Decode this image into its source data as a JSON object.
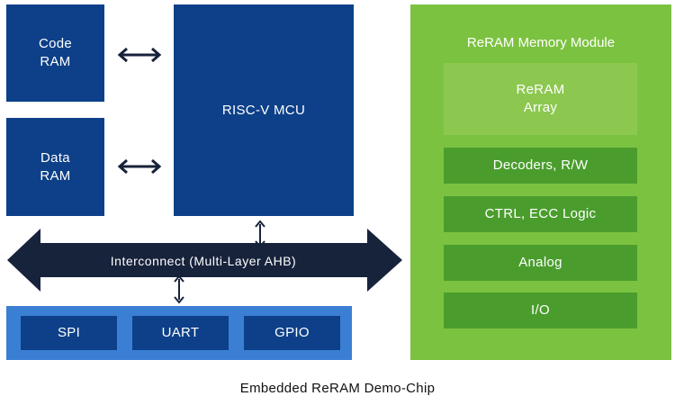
{
  "diagram": {
    "caption": "Embedded ReRAM Demo-Chip",
    "cpu_side": {
      "code_ram": "Code\nRAM",
      "data_ram": "Data\nRAM",
      "mcu": "RISC-V MCU",
      "interconnect": "Interconnect (Multi-Layer AHB)",
      "peripherals": [
        "SPI",
        "UART",
        "GPIO"
      ]
    },
    "memory_module": {
      "title": "ReRAM Memory Module",
      "blocks": [
        "ReRAM\nArray",
        "Decoders, R/W",
        "CTRL, ECC Logic",
        "Analog",
        "I/O"
      ]
    },
    "colors": {
      "navy": "#0d4088",
      "bus": "#17223b",
      "peripheral_bar": "#3a7fd4",
      "module_green": "#7cc241",
      "array_green": "#8cc850",
      "block_green": "#4a9d2d"
    }
  }
}
